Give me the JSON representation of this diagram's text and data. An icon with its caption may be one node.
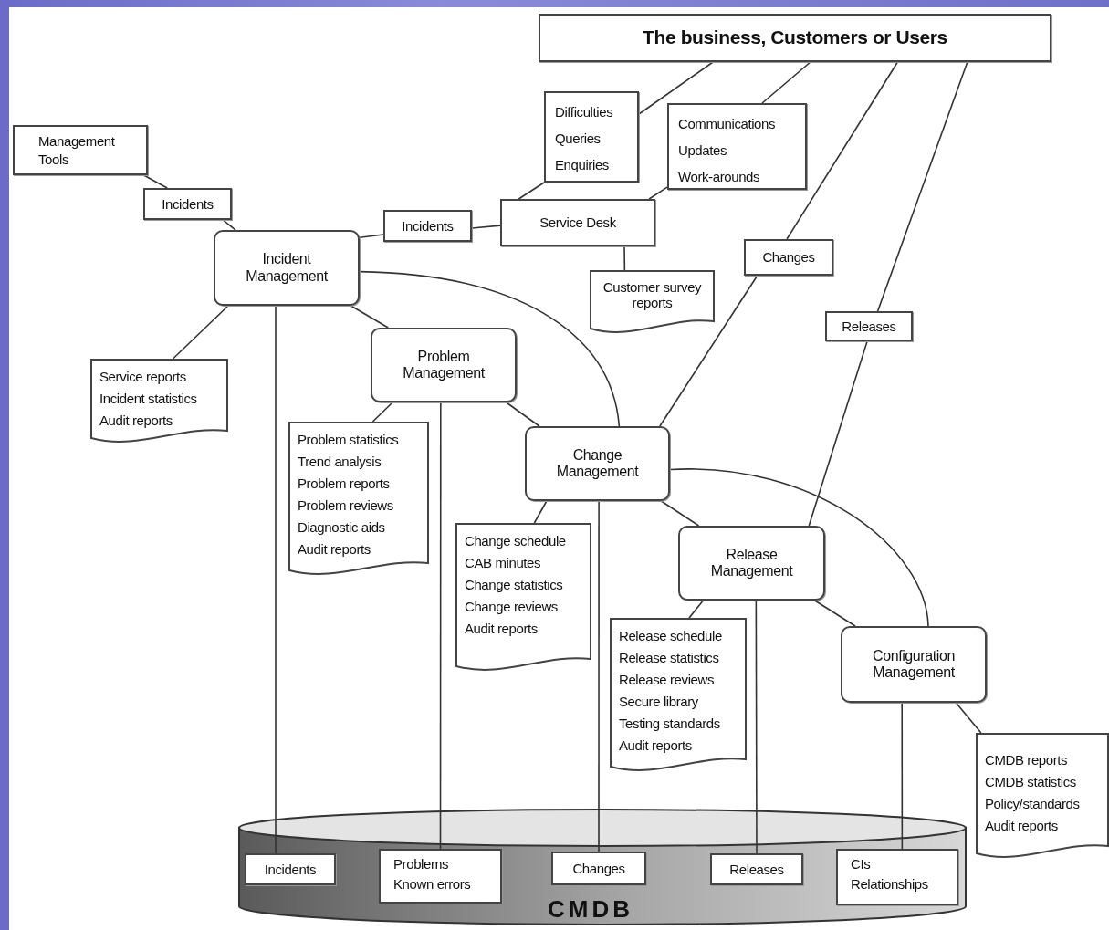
{
  "diagram": {
    "nodes": [
      {
        "text": [
          "The business, Customers or Users"
        ]
      },
      {
        "text": [
          "Management Tools"
        ]
      },
      {
        "text": [
          "Incidents"
        ]
      },
      {
        "text": [
          "Incident Management"
        ]
      },
      {
        "text": [
          "Incidents"
        ]
      },
      {
        "text": [
          "Difficulties",
          "Queries",
          "Enquiries"
        ]
      },
      {
        "text": [
          "Communications",
          "Updates",
          "Work-arounds"
        ]
      },
      {
        "text": [
          "Service Desk"
        ]
      },
      {
        "text": [
          "Customer survey reports"
        ]
      },
      {
        "text": [
          "Changes"
        ]
      },
      {
        "text": [
          "Releases"
        ]
      },
      {
        "text": [
          "Service reports",
          "Incident statistics",
          "Audit reports"
        ]
      },
      {
        "text": [
          "Problem Management"
        ]
      },
      {
        "text": [
          "Problem statistics",
          "Trend analysis",
          "Problem reports",
          "Problem reviews",
          "Diagnostic aids",
          "Audit reports"
        ]
      },
      {
        "text": [
          "Change Management"
        ]
      },
      {
        "text": [
          "Change schedule",
          "CAB minutes",
          "Change statistics",
          "Change reviews",
          "Audit reports"
        ]
      },
      {
        "text": [
          "Release Management"
        ]
      },
      {
        "text": [
          "Release schedule",
          "Release statistics",
          "Release reviews",
          "Secure library",
          "Testing standards",
          "Audit reports"
        ]
      },
      {
        "text": [
          "Configuration Management"
        ]
      },
      {
        "text": [
          "CMDB reports",
          "CMDB statistics",
          "Policy/standards",
          "Audit reports"
        ]
      },
      {
        "text": [
          "CMDB"
        ]
      },
      {
        "text": [
          "Incidents"
        ],
        "in": 20
      },
      {
        "text": [
          "Problems",
          "Known errors"
        ],
        "in": 20
      },
      {
        "text": [
          "Changes"
        ],
        "in": 20
      },
      {
        "text": [
          "Releases"
        ],
        "in": 20
      },
      {
        "text": [
          "CIs",
          "Relationships"
        ],
        "in": 20
      }
    ],
    "edges": [
      {
        "from": 1,
        "to": 2,
        "arrow": "none"
      },
      {
        "from": 2,
        "to": 3,
        "arrow": "none"
      },
      {
        "from": 3,
        "to": 4,
        "arrow": "none"
      },
      {
        "from": 4,
        "to": 7,
        "arrow": "none"
      },
      {
        "from": 7,
        "to": 5,
        "arrow": "none"
      },
      {
        "from": 5,
        "to": 0,
        "arrow": "none"
      },
      {
        "from": 0,
        "to": 6,
        "arrow": "none"
      },
      {
        "from": 6,
        "to": 7,
        "arrow": "none"
      },
      {
        "from": 7,
        "to": 8,
        "arrow": "none"
      },
      {
        "from": 0,
        "to": 9,
        "arrow": "none"
      },
      {
        "from": 9,
        "to": 14,
        "arrow": "none"
      },
      {
        "from": 0,
        "to": 10,
        "arrow": "none"
      },
      {
        "from": 10,
        "to": 16,
        "arrow": "none"
      },
      {
        "from": 3,
        "to": 11,
        "arrow": "none"
      },
      {
        "from": 3,
        "to": 12,
        "arrow": "none"
      },
      {
        "from": 3,
        "to": 14,
        "arrow": "none"
      },
      {
        "from": 3,
        "to": 21,
        "arrow": "none"
      },
      {
        "from": 12,
        "to": 13,
        "arrow": "none"
      },
      {
        "from": 12,
        "to": 14,
        "arrow": "none"
      },
      {
        "from": 12,
        "to": 22,
        "arrow": "none"
      },
      {
        "from": 14,
        "to": 15,
        "arrow": "none"
      },
      {
        "from": 14,
        "to": 16,
        "arrow": "none"
      },
      {
        "from": 14,
        "to": 18,
        "arrow": "none"
      },
      {
        "from": 14,
        "to": 23,
        "arrow": "none"
      },
      {
        "from": 16,
        "to": 17,
        "arrow": "none"
      },
      {
        "from": 16,
        "to": 18,
        "arrow": "none"
      },
      {
        "from": 16,
        "to": 24,
        "arrow": "none"
      },
      {
        "from": 18,
        "to": 19,
        "arrow": "none"
      },
      {
        "from": 18,
        "to": 25,
        "arrow": "none"
      }
    ]
  }
}
